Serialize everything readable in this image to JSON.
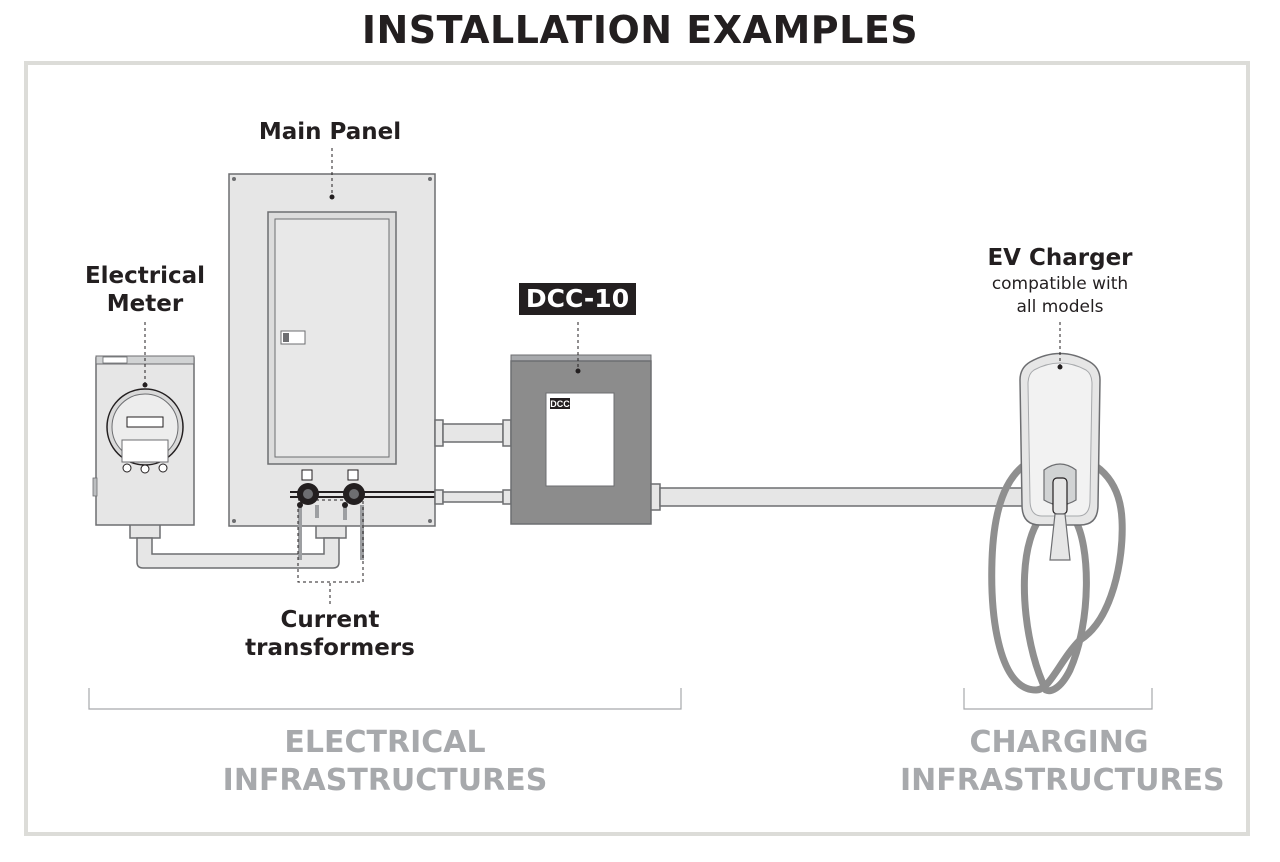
{
  "title": "INSTALLATION EXAMPLES",
  "labels": {
    "main_panel": "Main Panel",
    "meter_line1": "Electrical",
    "meter_line2": "Meter",
    "dcc_badge": "DCC-10",
    "device_logo": "DCC",
    "ev_charger": "EV Charger",
    "ev_sub1": "compatible with",
    "ev_sub2": "all models",
    "ct_line1": "Current",
    "ct_line2": "transformers"
  },
  "categories": {
    "electrical_line1": "ELECTRICAL",
    "electrical_line2": "INFRASTRUCTURES",
    "charging_line1": "CHARGING",
    "charging_line2": "INFRASTRUCTURES"
  },
  "colors": {
    "panel_fill": "#e6e6e6",
    "dcc_fill": "#8c8c8c",
    "outline": "#231f20",
    "category_text": "#a7a9ac",
    "cable": "#8f8f8f"
  }
}
